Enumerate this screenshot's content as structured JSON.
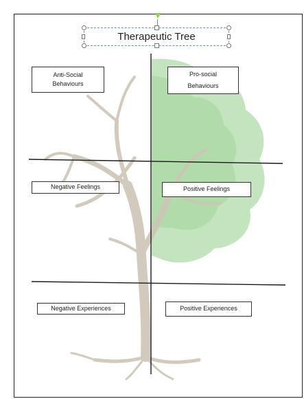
{
  "document": {
    "title": "Therapeutic Tree",
    "quadrants": {
      "top_left": "Anti-Social Behaviours",
      "top_right": "Pro-social Behaviours",
      "middle_left": "Negative Feelings",
      "middle_right": "Positive Feelings",
      "bottom_left": "Negative Experiences",
      "bottom_right": "Positive Experiences"
    }
  },
  "colors": {
    "foliage": "#a9d8a3",
    "trunk": "#c9c1b3",
    "line": "#1a1a1a",
    "selection": "#6a8fb6",
    "rotate_handle": "#8bd44a"
  },
  "icons": {
    "rotate_handle": "rotate-handle-icon",
    "resize_handles": "resize-handle-icon"
  }
}
